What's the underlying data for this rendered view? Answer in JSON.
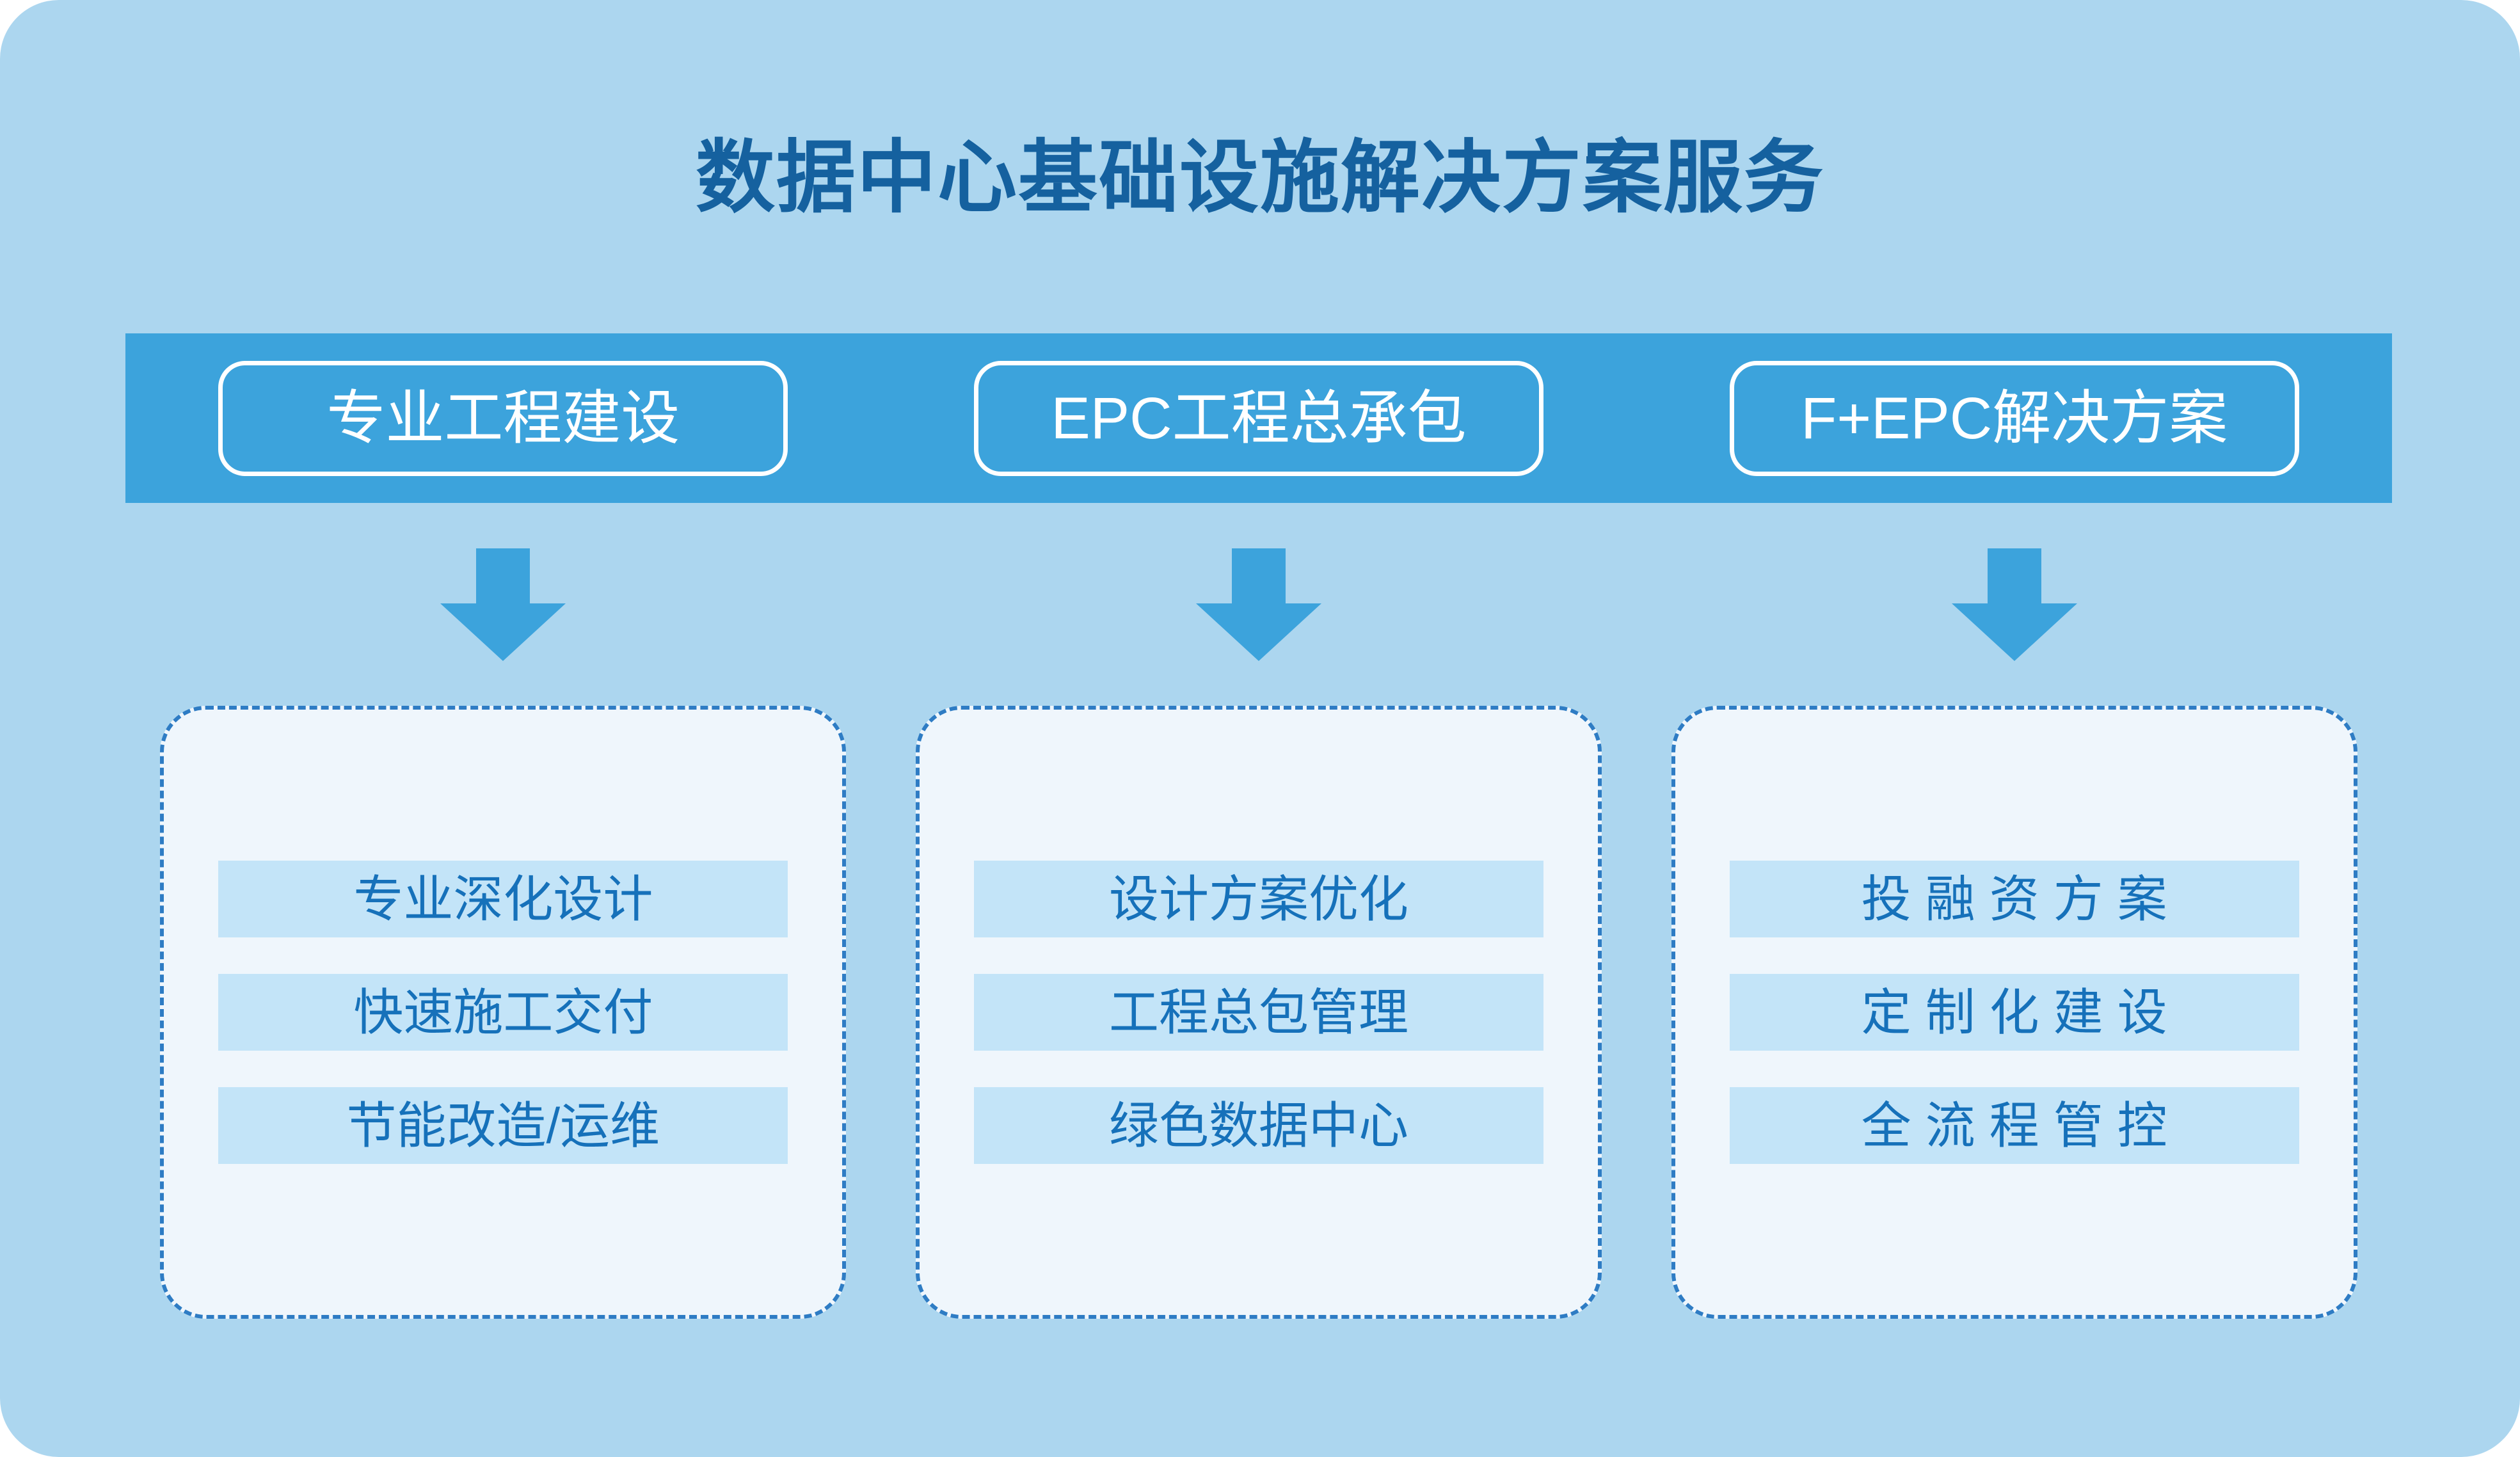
{
  "page": {
    "title": "数据中心基础设施解决方案服务",
    "background_color": "#ACD6EF",
    "accent_color": "#3CA3DC",
    "title_color": "#15619F",
    "panel_fill": "#EFF6FC",
    "chip_fill": "#C3E4F8",
    "chip_text_color": "#1671BA",
    "dashed_border_color": "#2E7CC4"
  },
  "columns": [
    {
      "header": "专业工程建设",
      "arrow": "arrow-down-icon",
      "items": [
        "专业深化设计",
        "快速施工交付",
        "节能改造/运维"
      ],
      "letter_spaced": false
    },
    {
      "header": "EPC工程总承包",
      "arrow": "arrow-down-icon",
      "items": [
        "设计方案优化",
        "工程总包管理",
        "绿色数据中心"
      ],
      "letter_spaced": false
    },
    {
      "header": "F+EPC解决方案",
      "arrow": "arrow-down-icon",
      "items": [
        "投融资方案",
        "定制化建设",
        "全流程管控"
      ],
      "letter_spaced": true
    }
  ]
}
